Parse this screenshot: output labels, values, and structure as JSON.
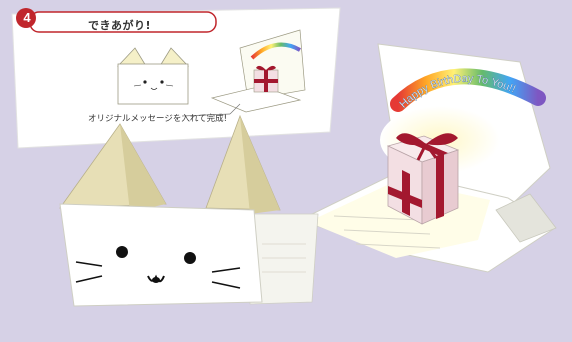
{
  "instruction": {
    "step_number": "4",
    "step_title": "できあがり!",
    "caption": "オリジナルメッセージを入れて完成!"
  },
  "card": {
    "rainbow_text": "Happy BirthDay To You!!"
  },
  "colors": {
    "background": "#d6d1e6",
    "step_badge": "#c0262c",
    "header_border": "#c0262c",
    "ribbon": "#a3182f",
    "gift_box": "#f3dfe3",
    "glow": "#f1eaa8"
  }
}
